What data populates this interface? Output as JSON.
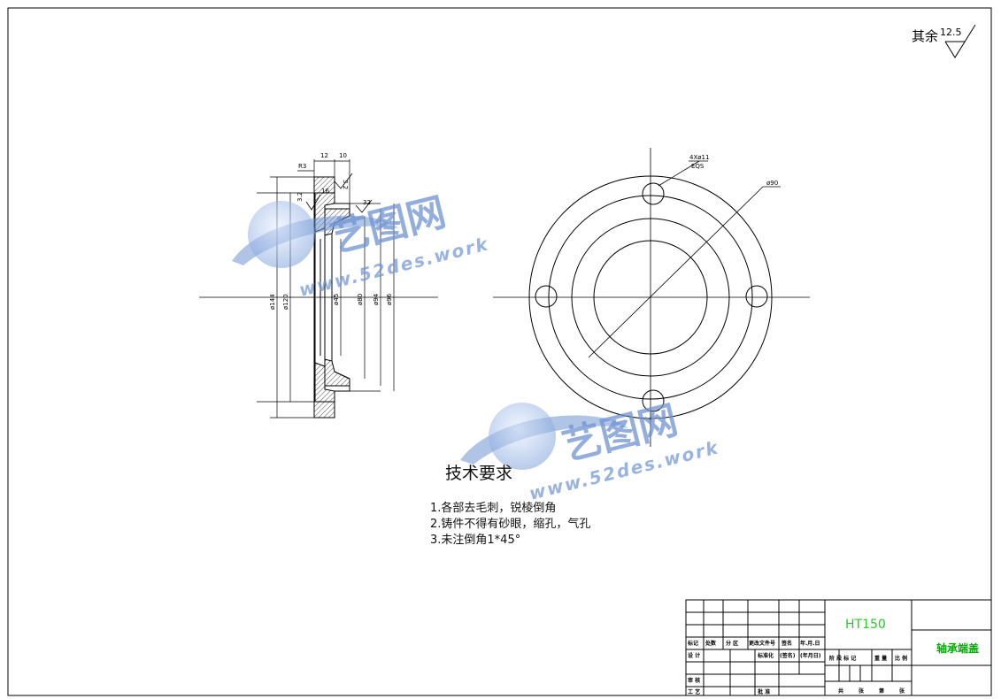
{
  "roughness_note": {
    "prefix": "其余",
    "value": "12.5"
  },
  "section_view": {
    "top_dims": [
      "12",
      "10"
    ],
    "radius": "R3",
    "side_dims": [
      "16",
      "32",
      "3.2",
      "3.2"
    ],
    "diameters": [
      "ø144",
      "ø120",
      "ø45",
      "ø80",
      "ø94",
      "ø96"
    ]
  },
  "front_view": {
    "hole_note": [
      "4Xø11",
      "EQS"
    ],
    "pcd": "ø90"
  },
  "watermark": {
    "cn": "艺图网",
    "url": "www.52des.work"
  },
  "requirements": {
    "title": "技术要求",
    "items": [
      "1.各部去毛刺，锐棱倒角",
      "2.铸件不得有砂眼，缩孔，气孔",
      "3.未注倒角1*45°"
    ]
  },
  "title_block": {
    "material": "HT150",
    "part_name": "轴承端盖",
    "change_headers": [
      "标记",
      "处数",
      "分 区",
      "更改文件号",
      "签名",
      "年.月.日"
    ],
    "row_design": [
      "设 计",
      "",
      "",
      "标准化",
      "(签名)",
      "(年月日)"
    ],
    "row_review": "审 核",
    "row_process": "工 艺",
    "approve": "批 准",
    "stage_headers": [
      "阶 段 标 记",
      "重 量",
      "比 例"
    ],
    "sheet_info": [
      "共",
      "张",
      "第",
      "张"
    ]
  },
  "colors": {
    "material": "#22cc22",
    "part_name": "#00aa00",
    "watermark": "#6f94d2"
  }
}
